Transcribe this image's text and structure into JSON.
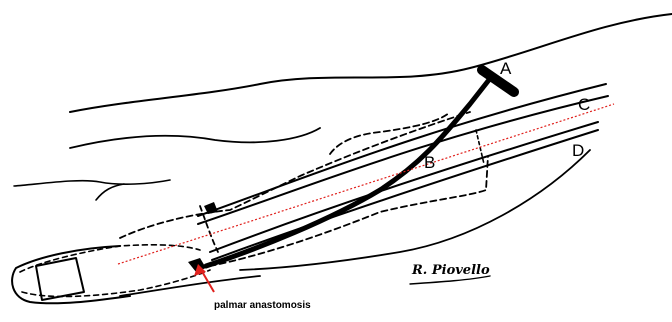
{
  "labels": {
    "a": "A",
    "b": "B",
    "c": "C",
    "d": "D",
    "annotation": "palmar anastomosis"
  },
  "signature": "R. Piovello",
  "colors": {
    "ink": "#000000",
    "axis_line": "#e0201c",
    "arrow": "#e0201c"
  }
}
